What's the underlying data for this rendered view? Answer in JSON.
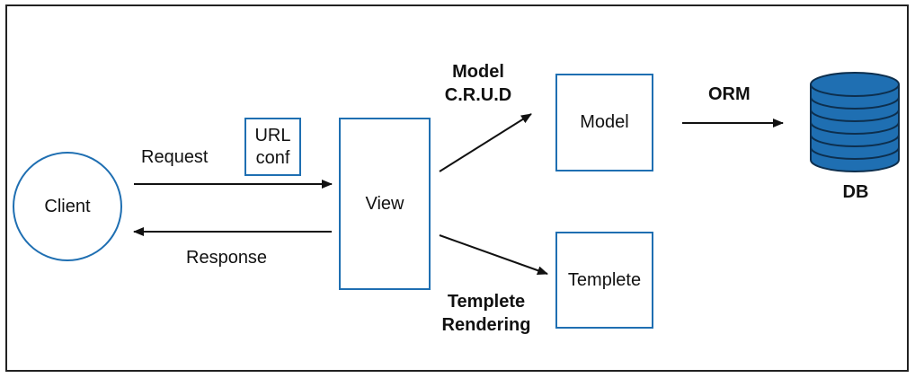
{
  "colors": {
    "accent": "#1f6fb2",
    "line": "#111111",
    "frame": "#222222"
  },
  "nodes": {
    "client": "Client",
    "url_conf": "URL\nconf",
    "view": "View",
    "model": "Model",
    "templete": "Templete",
    "db": "DB"
  },
  "edges": {
    "request": "Request",
    "response": "Response",
    "model_crud": "Model\nC.R.U.D",
    "orm": "ORM",
    "templete_rendering": "Templete\nRendering"
  },
  "icons": {
    "db": "database-icon"
  }
}
